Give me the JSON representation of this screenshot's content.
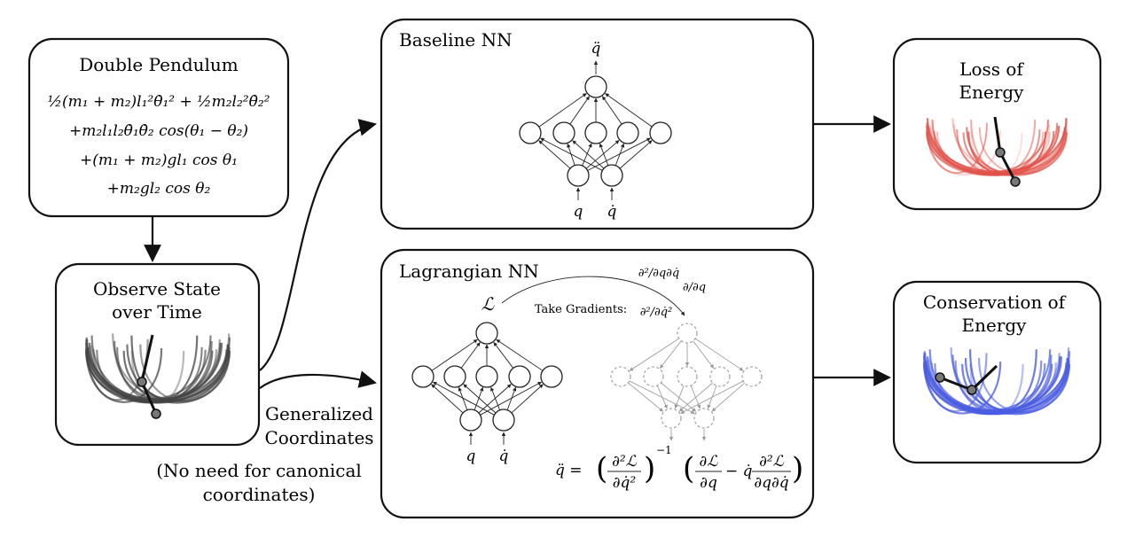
{
  "boxes": {
    "double_pendulum": {
      "title": "Double Pendulum",
      "eq_line1": "½(m₁ + m₂)l₁²θ̇₁² + ½m₂l₂²θ̇₂²",
      "eq_line2": "+m₂l₁l₂θ̇₁θ̇₂ cos(θ₁ − θ₂)",
      "eq_line3": "+(m₁ + m₂)gl₁ cos θ₁",
      "eq_line4": "+m₂gl₂ cos θ₂"
    },
    "observe_state": {
      "title_line1": "Observe State",
      "title_line2": "over Time"
    },
    "baseline_nn": {
      "title": "Baseline NN",
      "output_label": "q̈",
      "input_q": "q",
      "input_qdot": "q̇"
    },
    "lagrangian_nn": {
      "title": "Lagrangian NN",
      "output_label": "ℒ",
      "take_gradients": "Take Gradients:",
      "grad_mixed": "∂²/∂q∂q̇",
      "grad_q": "∂/∂q",
      "grad_qdot2": "∂²/∂q̇²",
      "input_q": "q",
      "input_qdot": "q̇",
      "equation_lhs": "q̈ =",
      "equation_term1_num": "∂²ℒ",
      "equation_term1_den": "∂q̇²",
      "equation_exponent": "−1",
      "equation_term2_num": "∂ℒ",
      "equation_term2_den": "∂q",
      "equation_minus": "− q̇",
      "equation_term3_num": "∂²ℒ",
      "equation_term3_den": "∂q∂q̇"
    },
    "loss_energy": {
      "title_line1": "Loss of",
      "title_line2": "Energy"
    },
    "conservation_energy": {
      "title_line1": "Conservation of",
      "title_line2": "Energy"
    }
  },
  "annotations": {
    "generalized_line1": "Generalized",
    "generalized_line2": "Coordinates",
    "no_need_line1": "(No need for canonical",
    "no_need_line2": "coordinates)"
  },
  "colors": {
    "observe_trace": "#444444",
    "loss_trace": "#e0524a",
    "conservation_trace": "#4a5ce0"
  }
}
